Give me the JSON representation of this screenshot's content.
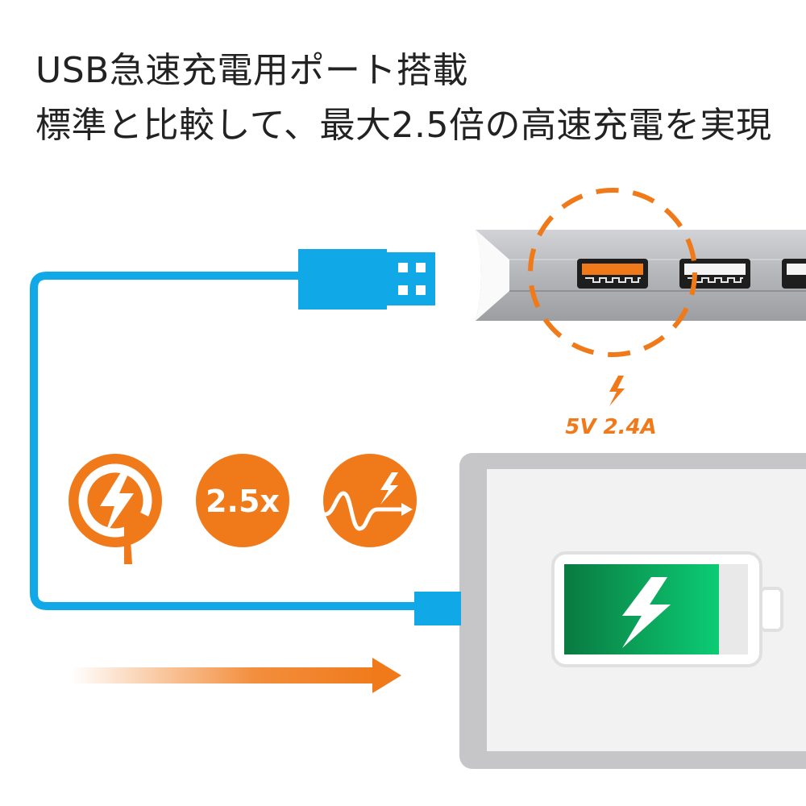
{
  "headline": {
    "line1": "USB急速充電用ポート搭載",
    "line2": "標準と比較して、最大2.5倍の高速充電を実現"
  },
  "port_spec": {
    "label": "5V 2.4A"
  },
  "badges": {
    "speed_label": "2.5x"
  },
  "icons": {
    "quick_charge": "quick-charge-icon",
    "multiplier": "speed-multiplier-badge",
    "waveform": "charge-waveform-icon",
    "battery": "battery-charging-icon",
    "spec_bolt": "lightning-bolt-icon",
    "direction": "arrow-right-icon"
  },
  "colors": {
    "accent_orange": "#f07a1a",
    "cable_blue": "#10a8e6",
    "battery_green": "#0cc070",
    "battery_green_dark": "#0a7a40",
    "hub_gray": "#b2b4b7",
    "tablet_gray": "#c6c6c8"
  }
}
